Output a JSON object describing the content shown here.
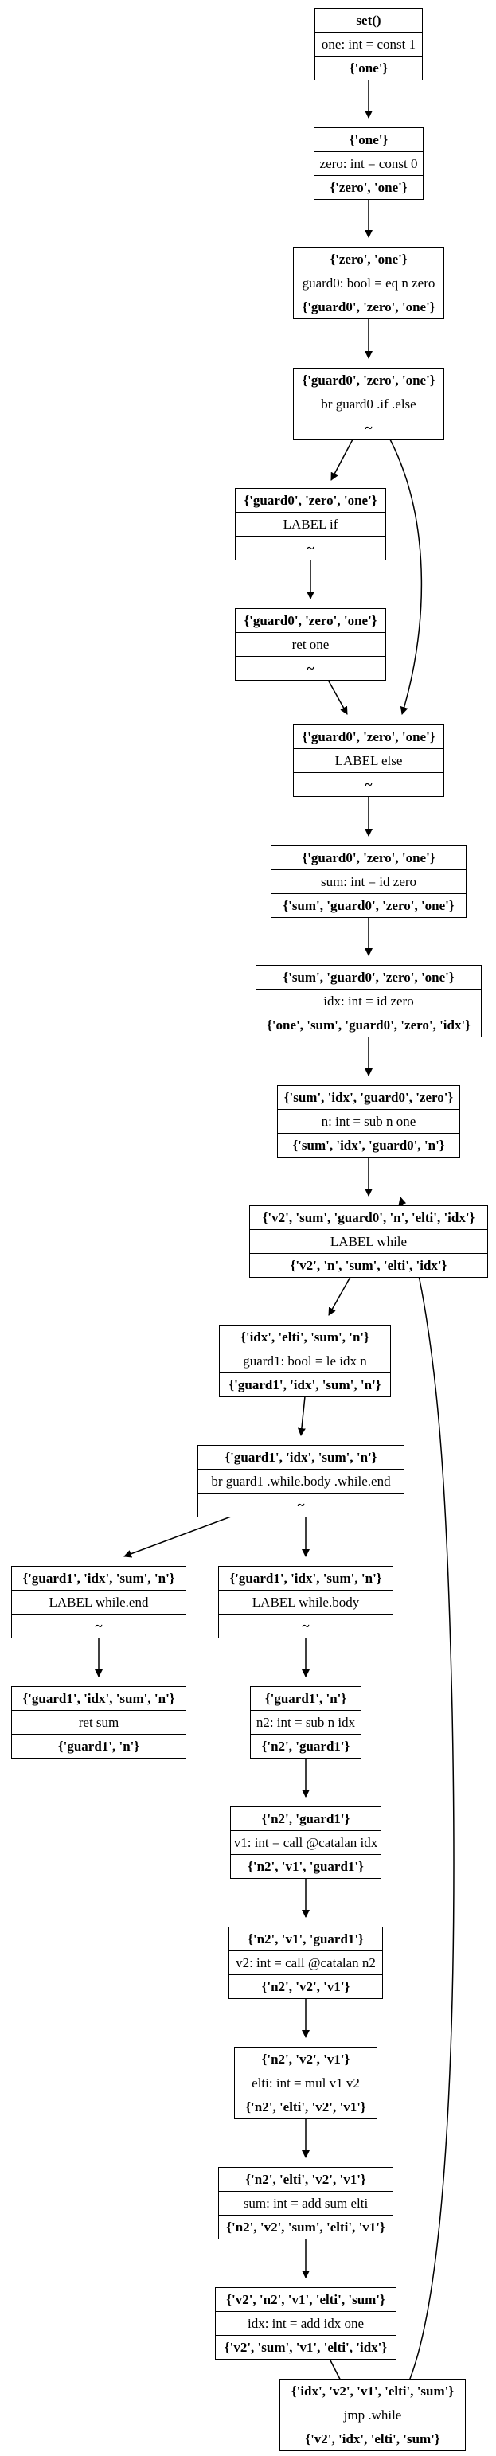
{
  "nodes": [
    {
      "id": "n0",
      "in": "set()",
      "op": "one: int = const 1",
      "out": "{'one'}"
    },
    {
      "id": "n1",
      "in": "{'one'}",
      "op": "zero: int = const 0",
      "out": "{'zero', 'one'}"
    },
    {
      "id": "n2",
      "in": "{'zero', 'one'}",
      "op": "guard0: bool = eq n zero",
      "out": "{'guard0', 'zero', 'one'}"
    },
    {
      "id": "n3",
      "in": "{'guard0', 'zero', 'one'}",
      "op": "br guard0 .if .else",
      "out": "~"
    },
    {
      "id": "n4",
      "in": "{'guard0', 'zero', 'one'}",
      "op": "LABEL if",
      "out": "~"
    },
    {
      "id": "n5",
      "in": "{'guard0', 'zero', 'one'}",
      "op": "ret one",
      "out": "~"
    },
    {
      "id": "n6",
      "in": "{'guard0', 'zero', 'one'}",
      "op": "LABEL else",
      "out": "~"
    },
    {
      "id": "n7",
      "in": "{'guard0', 'zero', 'one'}",
      "op": "sum: int = id zero",
      "out": "{'sum', 'guard0', 'zero', 'one'}"
    },
    {
      "id": "n8",
      "in": "{'sum', 'guard0', 'zero', 'one'}",
      "op": "idx: int = id zero",
      "out": "{'one', 'sum', 'guard0', 'zero', 'idx'}"
    },
    {
      "id": "n9",
      "in": "{'sum', 'idx', 'guard0', 'zero'}",
      "op": "n: int = sub n one",
      "out": "{'sum', 'idx', 'guard0', 'n'}"
    },
    {
      "id": "n10",
      "in": "{'v2', 'sum', 'guard0', 'n', 'elti', 'idx'}",
      "op": "LABEL while",
      "out": "{'v2', 'n', 'sum', 'elti', 'idx'}"
    },
    {
      "id": "n11",
      "in": "{'idx', 'elti', 'sum', 'n'}",
      "op": "guard1: bool = le idx n",
      "out": "{'guard1', 'idx', 'sum', 'n'}"
    },
    {
      "id": "n12",
      "in": "{'guard1', 'idx', 'sum', 'n'}",
      "op": "br guard1 .while.body .while.end",
      "out": "~"
    },
    {
      "id": "n13",
      "in": "{'guard1', 'idx', 'sum', 'n'}",
      "op": "LABEL while.end",
      "out": "~"
    },
    {
      "id": "n14",
      "in": "{'guard1', 'idx', 'sum', 'n'}",
      "op": "LABEL while.body",
      "out": "~"
    },
    {
      "id": "n15",
      "in": "{'guard1', 'idx', 'sum', 'n'}",
      "op": "ret sum",
      "out": "{'guard1', 'n'}"
    },
    {
      "id": "n16",
      "in": "{'guard1', 'n'}",
      "op": "n2: int = sub n idx",
      "out": "{'n2', 'guard1'}"
    },
    {
      "id": "n17",
      "in": "{'n2', 'guard1'}",
      "op": "v1: int = call @catalan idx",
      "out": "{'n2', 'v1', 'guard1'}"
    },
    {
      "id": "n18",
      "in": "{'n2', 'v1', 'guard1'}",
      "op": "v2: int = call @catalan n2",
      "out": "{'n2', 'v2', 'v1'}"
    },
    {
      "id": "n19",
      "in": "{'n2', 'v2', 'v1'}",
      "op": "elti: int = mul v1 v2",
      "out": "{'n2', 'elti', 'v2', 'v1'}"
    },
    {
      "id": "n20",
      "in": "{'n2', 'elti', 'v2', 'v1'}",
      "op": "sum: int = add sum elti",
      "out": "{'n2', 'v2', 'sum', 'elti', 'v1'}"
    },
    {
      "id": "n21",
      "in": "{'v2', 'n2', 'v1', 'elti', 'sum'}",
      "op": "idx: int = add idx one",
      "out": "{'v2', 'sum', 'v1', 'elti', 'idx'}"
    },
    {
      "id": "n22",
      "in": "{'idx', 'v2', 'v1', 'elti', 'sum'}",
      "op": "jmp .while",
      "out": "{'v2', 'idx', 'elti', 'sum'}"
    }
  ],
  "edges": [
    [
      "n0",
      "n1"
    ],
    [
      "n1",
      "n2"
    ],
    [
      "n2",
      "n3"
    ],
    [
      "n3",
      "n4"
    ],
    [
      "n3",
      "n6"
    ],
    [
      "n4",
      "n5"
    ],
    [
      "n5",
      "n6"
    ],
    [
      "n6",
      "n7"
    ],
    [
      "n7",
      "n8"
    ],
    [
      "n8",
      "n9"
    ],
    [
      "n9",
      "n10"
    ],
    [
      "n10",
      "n11"
    ],
    [
      "n11",
      "n12"
    ],
    [
      "n12",
      "n13"
    ],
    [
      "n12",
      "n14"
    ],
    [
      "n13",
      "n15"
    ],
    [
      "n14",
      "n16"
    ],
    [
      "n16",
      "n17"
    ],
    [
      "n17",
      "n18"
    ],
    [
      "n18",
      "n19"
    ],
    [
      "n19",
      "n20"
    ],
    [
      "n20",
      "n21"
    ],
    [
      "n21",
      "n22"
    ],
    [
      "n22",
      "n10"
    ]
  ]
}
